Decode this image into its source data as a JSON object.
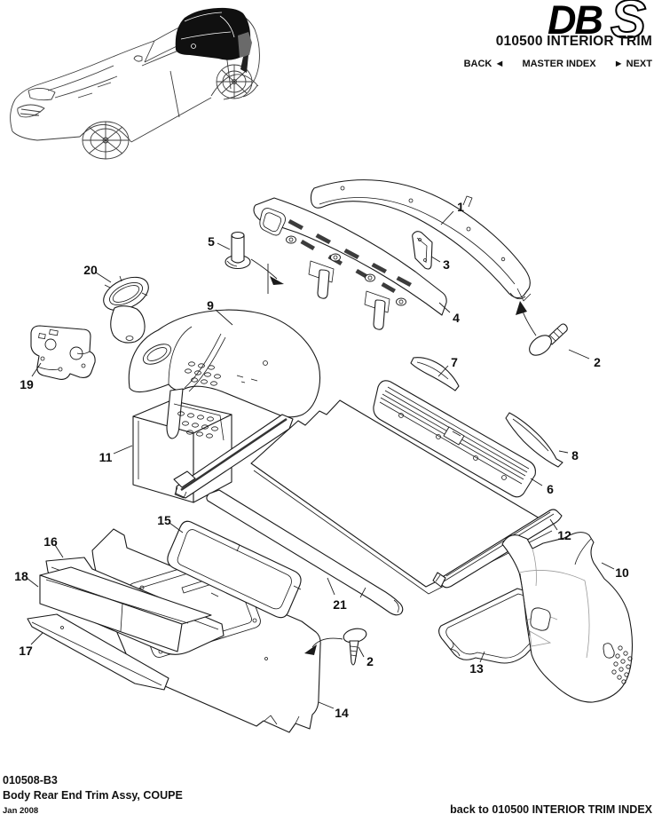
{
  "header": {
    "logo_db": "DB",
    "logo_s": "S",
    "title": "010500 INTERIOR TRIM",
    "nav": {
      "back_label": "BACK",
      "back_icon": "◄",
      "index_label": "MASTER INDEX",
      "next_icon": "►",
      "next_label": "NEXT"
    }
  },
  "diagram": {
    "callouts": [
      {
        "label": "1"
      },
      {
        "label": "2"
      },
      {
        "label": "2"
      },
      {
        "label": "3"
      },
      {
        "label": "4"
      },
      {
        "label": "5"
      },
      {
        "label": "6"
      },
      {
        "label": "7"
      },
      {
        "label": "8"
      },
      {
        "label": "9"
      },
      {
        "label": "10"
      },
      {
        "label": "11"
      },
      {
        "label": "12"
      },
      {
        "label": "13"
      },
      {
        "label": "14"
      },
      {
        "label": "15"
      },
      {
        "label": "16"
      },
      {
        "label": "17"
      },
      {
        "label": "18"
      },
      {
        "label": "19"
      },
      {
        "label": "20"
      },
      {
        "label": "21"
      }
    ]
  },
  "footer": {
    "doc_number": "010508-B3",
    "doc_title": "Body Rear End Trim Assy, COUPE",
    "date": "Jan 2008",
    "back_link": "back to 010500 INTERIOR TRIM INDEX"
  }
}
